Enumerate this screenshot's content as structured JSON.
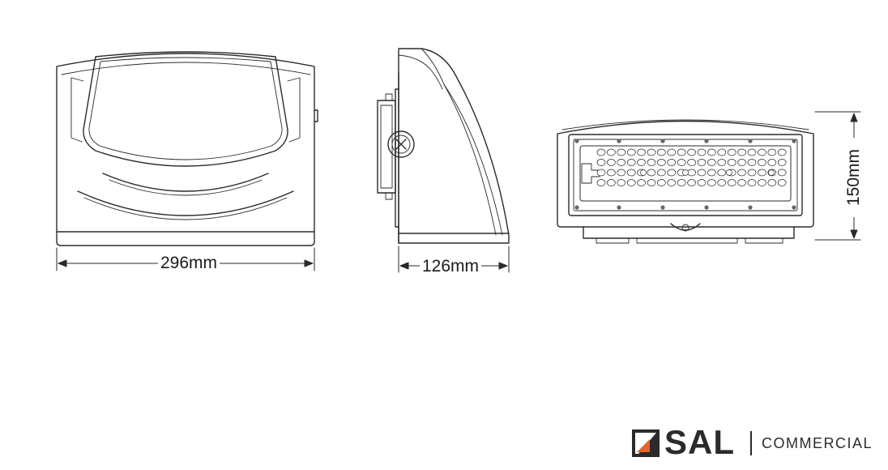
{
  "dimensions": {
    "width": "296mm",
    "depth": "126mm",
    "height": "150mm"
  },
  "brand": {
    "name": "SAL",
    "division": "COMMERCIAL",
    "mark_colors": {
      "dark": "#2b2b2b",
      "accent": "#e8632a"
    }
  },
  "led_grid": {
    "rows": 4,
    "columns": 19
  }
}
